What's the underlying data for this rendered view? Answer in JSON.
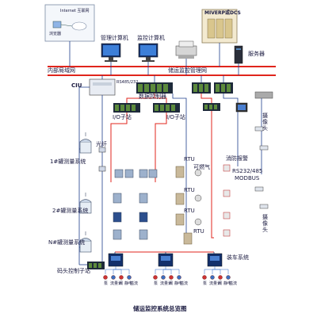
{
  "top": {
    "internet_box_label": "Internet 互联网",
    "browser_label": "浏览器",
    "mgmt_pc": "管理计算机",
    "monitor_pc": "监控计算机",
    "dcs_label": "MIVERP或DCS",
    "server_label": "服务器"
  },
  "network": {
    "intranet": "内部局域网",
    "monitor_net": "储运监控管理网"
  },
  "middle": {
    "ciu": "CIU",
    "rs485": "RS485/232",
    "data_ctrl": "数据控制器",
    "io_sub1": "I/O子站",
    "io_sub2": "I/O子站",
    "fiber": "光纤",
    "rtu1": "RTU",
    "rtu2": "RTU",
    "rtu3": "RTU",
    "rtu4": "RTU",
    "gas": "可燃气",
    "fire_alarm": "消防报警",
    "rs485_modbus_1": "RS232/485",
    "rs485_modbus_2": "MODBUS",
    "camera1": "摄像头",
    "camera2": "摄像头"
  },
  "left": {
    "tank1": "1#罐测量系统",
    "tank2": "2#罐测量系统",
    "tankN": "N#罐测量系统",
    "dock": "码头控制子站"
  },
  "bottom": {
    "loading": "装车系统",
    "bay_labels": [
      "泵",
      "流量计",
      "阀",
      "静电",
      "溢流"
    ],
    "title": "储运监控系统总览图"
  },
  "colors": {
    "bus_red": "#e0251c",
    "line_blue": "#1f3e8c",
    "pipe_blue": "#2b66c8",
    "panel_dark": "#1e2a3a",
    "panel_green": "#5c8a3c",
    "cabinet": "#c9b99a",
    "dcs_box": "#f3ead0"
  }
}
